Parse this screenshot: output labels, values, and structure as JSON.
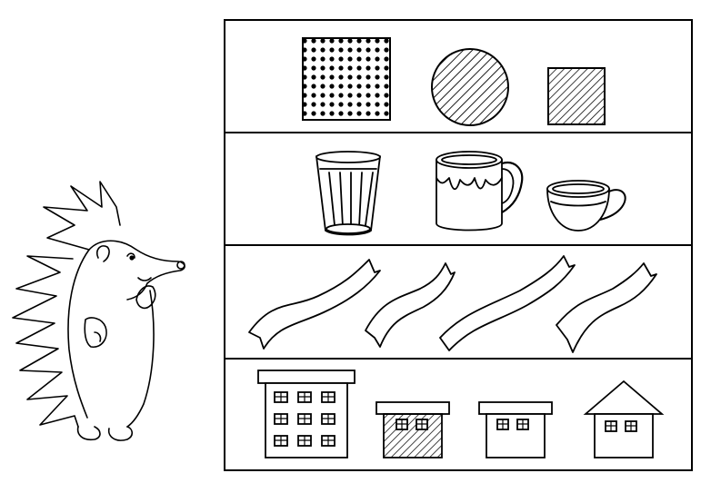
{
  "worksheet": {
    "character": "hedgehog",
    "rows": [
      {
        "name": "shapes",
        "items": [
          {
            "shape": "square",
            "fill": "dots",
            "size": "large"
          },
          {
            "shape": "circle",
            "fill": "stripes",
            "size": "large"
          },
          {
            "shape": "square",
            "fill": "stripes",
            "size": "small"
          }
        ]
      },
      {
        "name": "dishes",
        "items": [
          {
            "object": "glass"
          },
          {
            "object": "mug"
          },
          {
            "object": "cup"
          }
        ]
      },
      {
        "name": "ribbons",
        "items": [
          {
            "object": "ribbon",
            "length": "medium"
          },
          {
            "object": "ribbon",
            "length": "short"
          },
          {
            "object": "ribbon",
            "length": "long"
          },
          {
            "object": "ribbon",
            "length": "medium"
          }
        ]
      },
      {
        "name": "houses",
        "items": [
          {
            "object": "house",
            "type": "multi-storey",
            "windows": 9
          },
          {
            "object": "house",
            "type": "small",
            "fill": "stripes",
            "windows": 2
          },
          {
            "object": "house",
            "type": "small",
            "windows": 2
          },
          {
            "object": "house",
            "type": "pitched-roof",
            "windows": 2
          }
        ]
      }
    ],
    "colors": {
      "ink": "#000000",
      "paper": "#ffffff"
    }
  }
}
